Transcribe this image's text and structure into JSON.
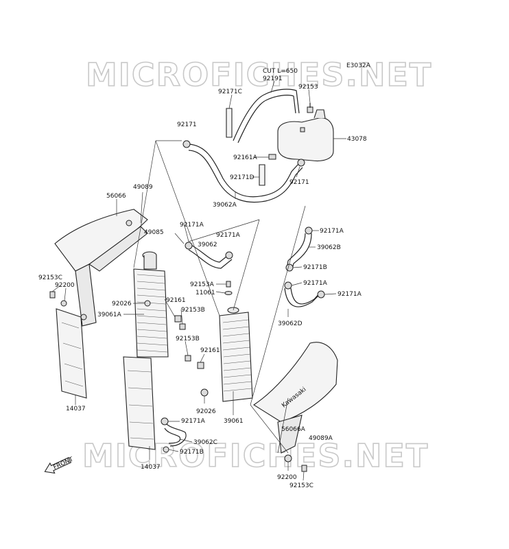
{
  "diagram_code": "E3032A",
  "watermark": "MICROFICHES.NET",
  "front_label": "FRONT",
  "brand_text": "Kawasaki",
  "labels": {
    "cut": "CUT L=650",
    "p92191": "92191",
    "p92153_top": "92153",
    "p92171C": "92171C",
    "p92171_top": "92171",
    "p43078": "43078",
    "p92161A": "92161A",
    "p92171D": "92171D",
    "p92171_right": "92171",
    "p39062A": "39062A",
    "p49089": "49089",
    "p56066": "56066",
    "p49085": "49085",
    "p92171A_l": "92171A",
    "p39062": "39062",
    "p92171A_m": "92171A",
    "p92171A_r1": "92171A",
    "p39062B": "39062B",
    "p92171B_r": "92171B",
    "p92171A_r2": "92171A",
    "p92171A_r3": "92171A",
    "p39062D": "39062D",
    "p92153C_l": "92153C",
    "p92200_l": "92200",
    "p92026_l": "92026",
    "p39061A": "39061A",
    "p92161_l": "92161",
    "p92153B_1": "92153B",
    "p92153A": "92153A",
    "p11061": "11061",
    "p92153B_2": "92153B",
    "p92161_m": "92161",
    "p14037_l": "14037",
    "p92026_m": "92026",
    "p39061": "39061",
    "p56066A": "56066A",
    "p49089A": "49089A",
    "p92171A_b": "92171A",
    "p39062C": "39062C",
    "p92171B_b": "92171B",
    "p14037_b": "14037",
    "p92200_b": "92200",
    "p92153C_b": "92153C"
  }
}
